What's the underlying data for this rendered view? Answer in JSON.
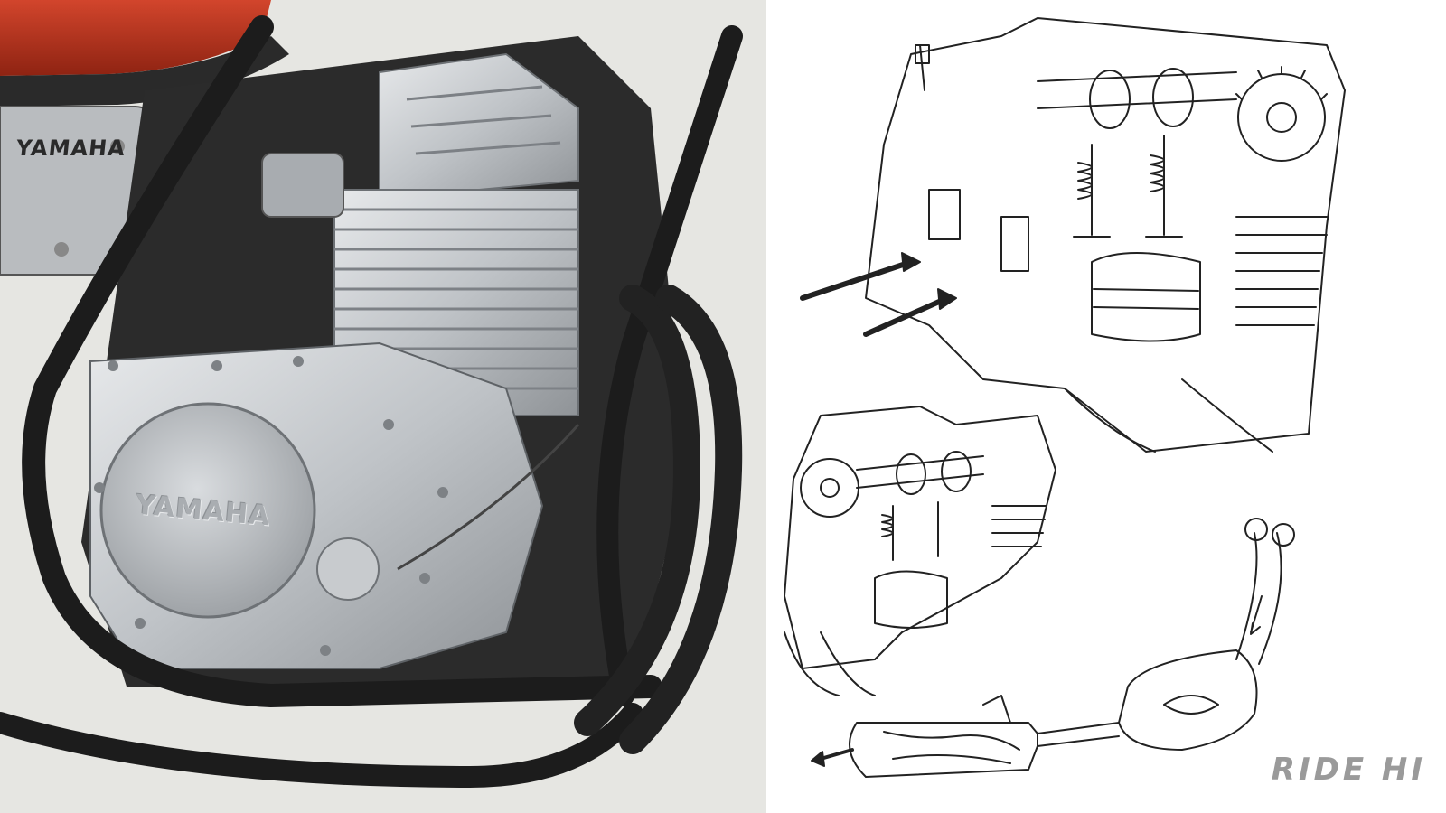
{
  "photo": {
    "tank_logo": "YAMAHA",
    "engine_cover_logo": "YAMAHA",
    "colors": {
      "tank_red": "#b8311c",
      "frame_black": "#1e1e1e",
      "engine_silver": "#c9cccf",
      "background": "#e9e9e6"
    }
  },
  "illustrations": {
    "watermark": "RIDE HI",
    "line_color": "#222222"
  }
}
